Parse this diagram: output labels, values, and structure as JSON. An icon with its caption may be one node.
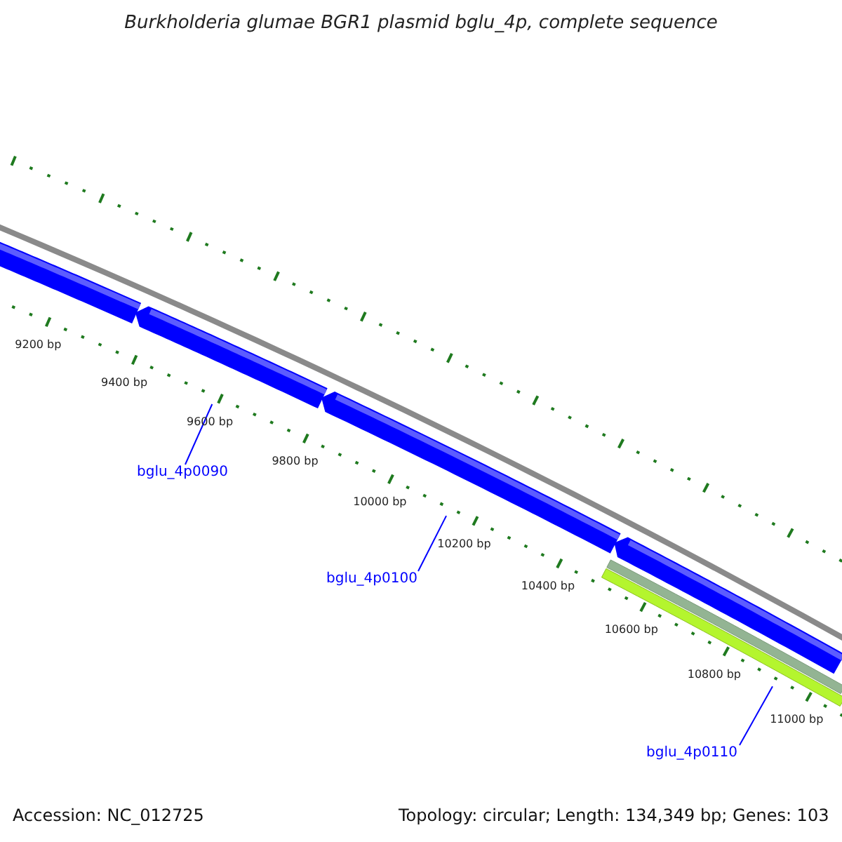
{
  "diagram": {
    "title": "Burkholderia glumae BGR1 plasmid bglu_4p, complete sequence",
    "nodes": [
      {
        "text": [
          "bglu_4p0090"
        ]
      },
      {
        "text": [
          "bglu_4p0100"
        ]
      },
      {
        "text": [
          "bglu_4p0110"
        ]
      }
    ],
    "edges": [
      {
        "from": 0,
        "to": null,
        "arrow": "none"
      },
      {
        "from": 1,
        "to": null,
        "arrow": "none"
      },
      {
        "from": 2,
        "to": null,
        "arrow": "none"
      }
    ],
    "labels": [
      "9200 bp",
      "9400 bp",
      "9600 bp",
      "9800 bp",
      "10000 bp",
      "10200 bp",
      "10400 bp",
      "10600 bp",
      "10800 bp",
      "11000 bp",
      "Accession: NC_012725",
      "Topology: circular; Length: 134,349 bp; Genes: 103"
    ]
  }
}
